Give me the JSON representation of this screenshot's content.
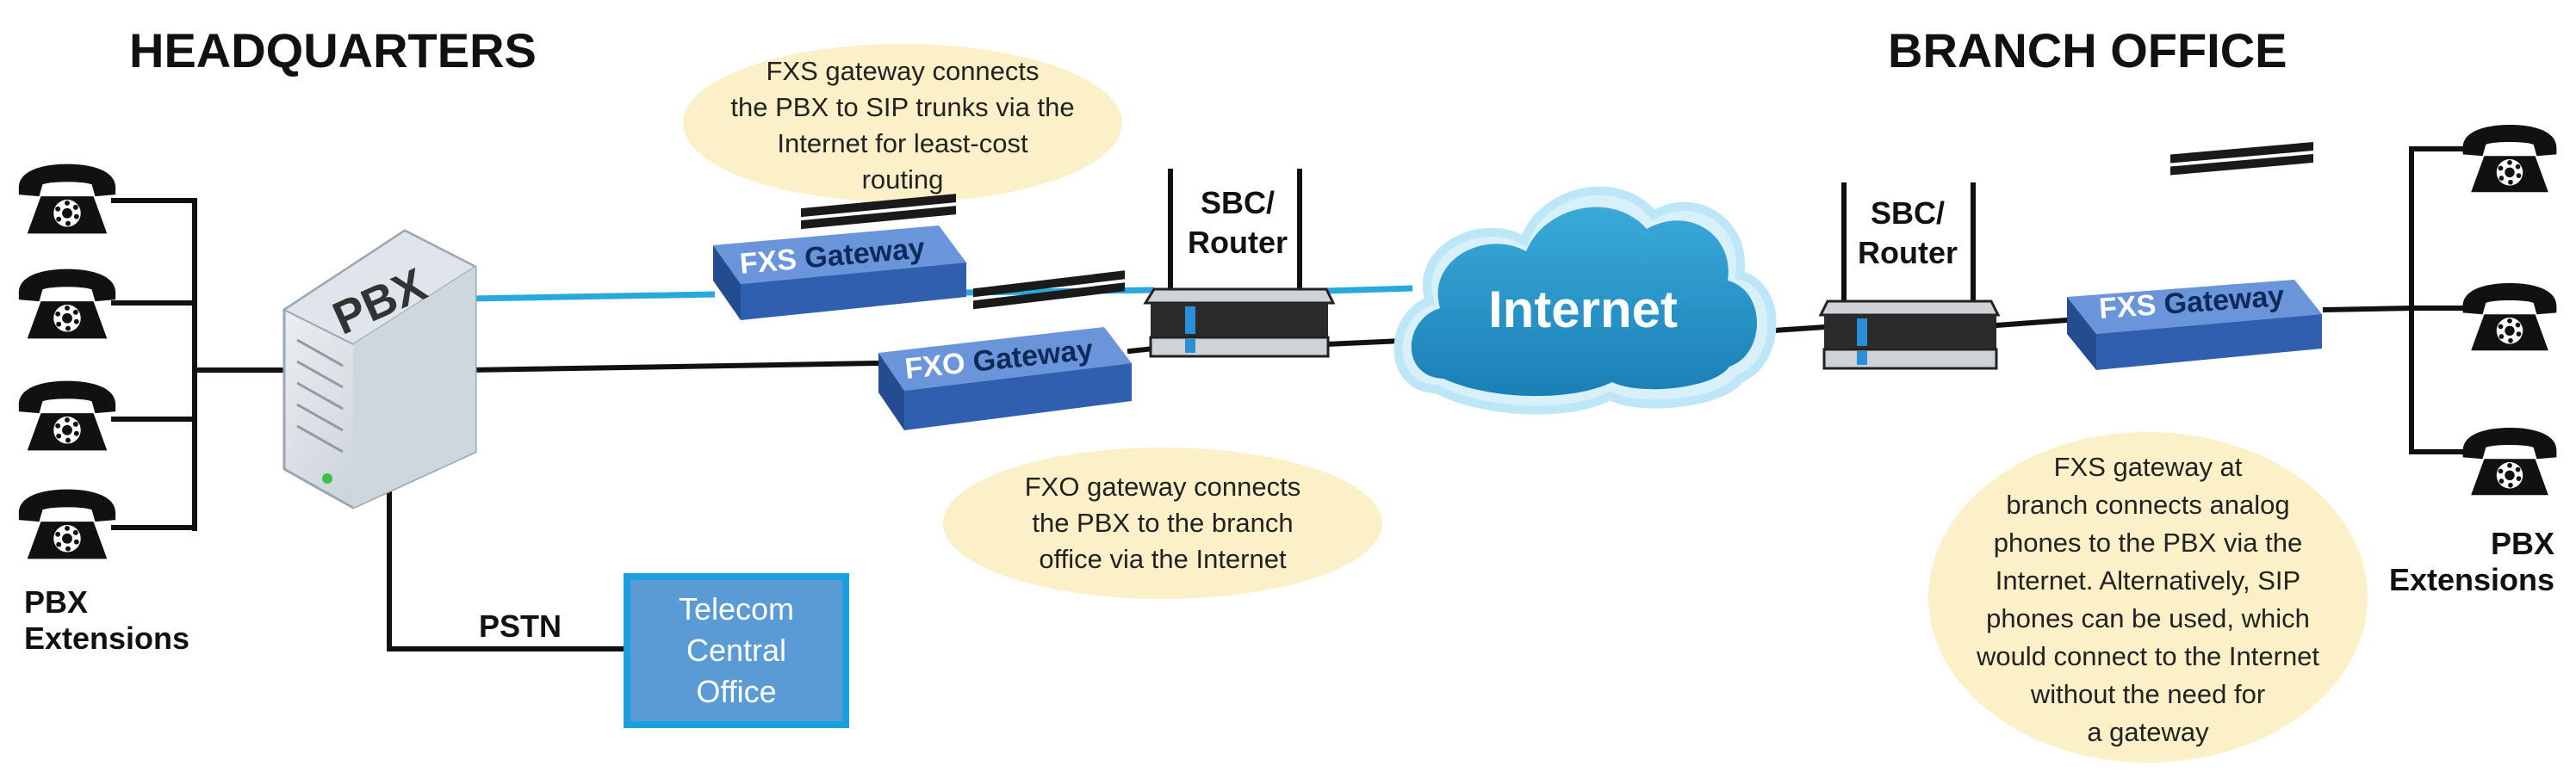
{
  "headings": {
    "headquarters": "HEADQUARTERS",
    "branch_office": "BRANCH OFFICE"
  },
  "hq": {
    "pbx_label": "PBX",
    "extensions_label_line1": "PBX",
    "extensions_label_line2": "Extensions",
    "pstn_label": "PSTN",
    "telecom_line1": "Telecom",
    "telecom_line2": "Central",
    "telecom_line3": "Office",
    "fxs_gateway_prefix": "FXS",
    "fxs_gateway_suffix": "Gateway",
    "fxo_gateway_prefix": "FXO",
    "fxo_gateway_suffix": "Gateway",
    "router_line1": "SBC/",
    "router_line2": "Router"
  },
  "internet_label": "Internet",
  "branch": {
    "router_line1": "SBC/",
    "router_line2": "Router",
    "fxs_gateway_prefix": "FXS",
    "fxs_gateway_suffix": "Gateway",
    "extensions_label_line1": "PBX",
    "extensions_label_line2": "Extensions"
  },
  "notes": {
    "fxs_hq": [
      "FXS gateway connects",
      "the PBX to SIP trunks via the",
      "Internet for least-cost",
      "routing"
    ],
    "fxo_hq": [
      "FXO gateway connects",
      "the PBX to the branch",
      "office via the Internet"
    ],
    "fxs_branch": [
      "FXS gateway at",
      "branch connects analog",
      "phones to the PBX via the",
      "Internet. Alternatively, SIP",
      "phones can be used, which",
      "would connect to the Internet",
      "without the need for",
      "a gateway"
    ]
  },
  "colors": {
    "blue_link": "#27a9dc",
    "bubble": "#fbf0c8",
    "telecom_fill": "#5b9bd5",
    "telecom_border": "#1aa0dc",
    "cloud": "#1f8fc4",
    "gateway": "#3d6dbf"
  }
}
